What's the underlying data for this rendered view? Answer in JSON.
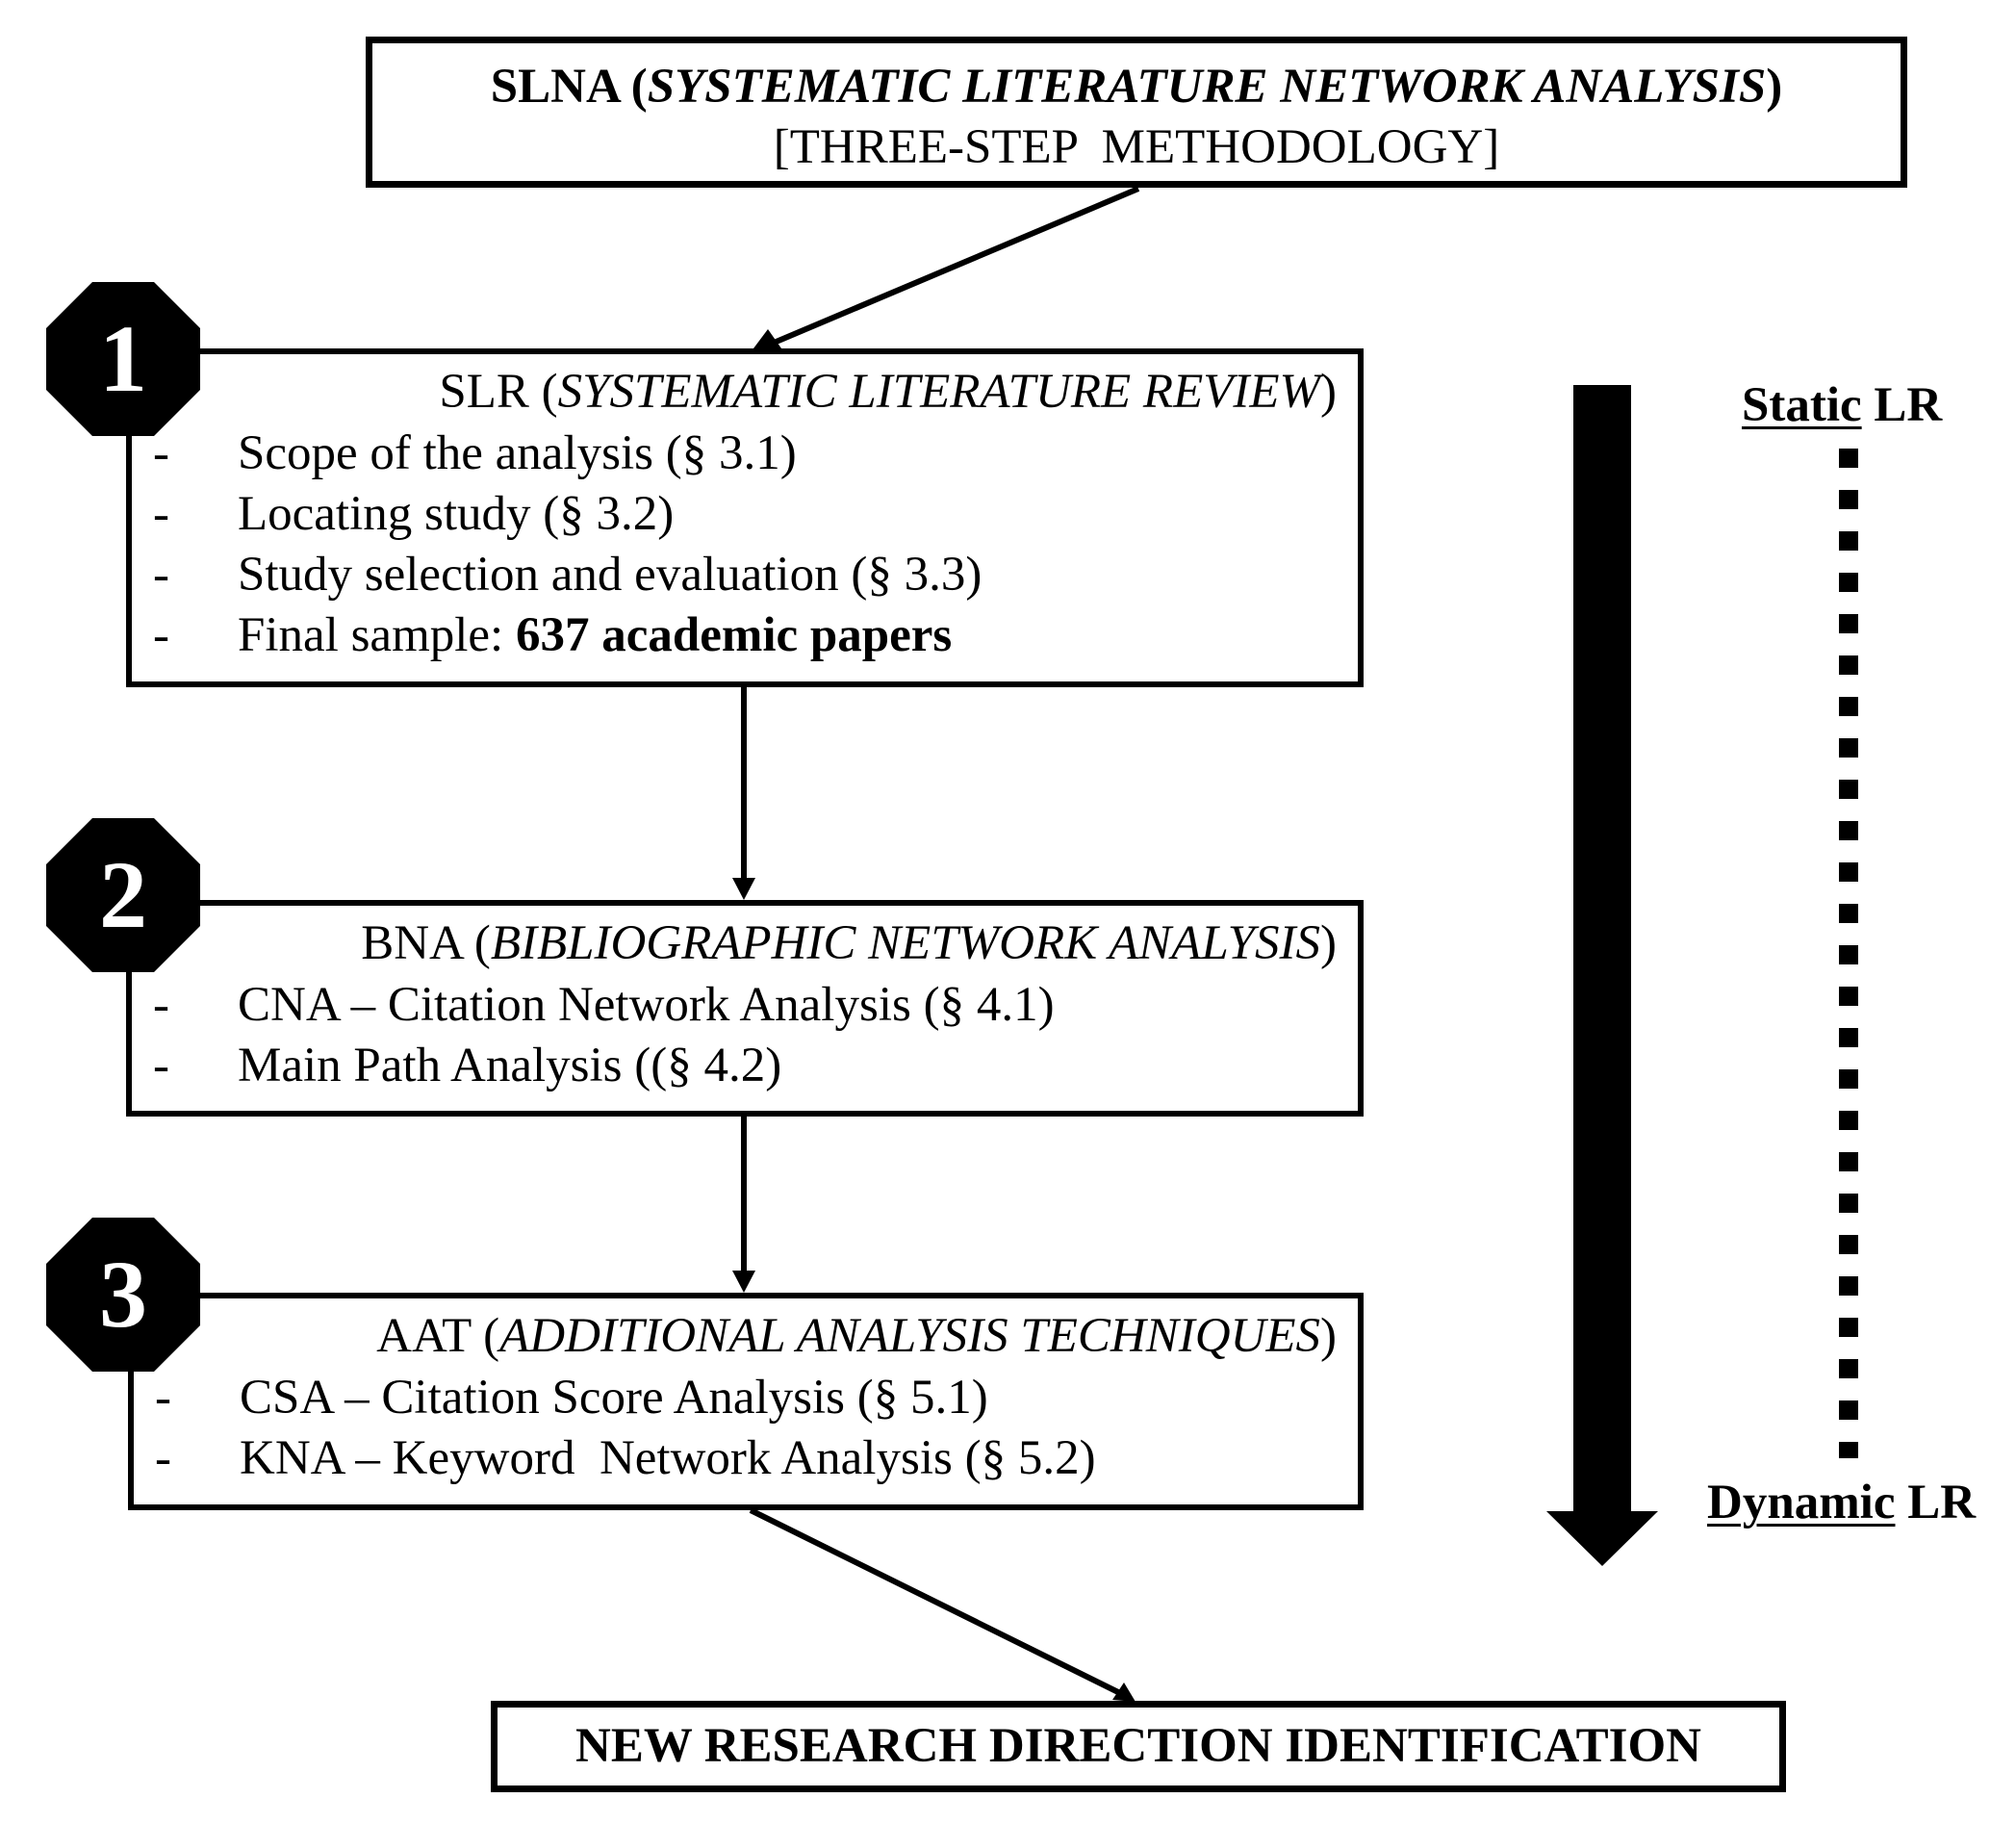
{
  "header": {
    "line1_prefix": "SLNA (",
    "line1_italic": "SYSTEMATIC LITERATURE NETWORK ANALYSIS",
    "line1_suffix": ")",
    "line2": "[THREE-STEP  METHODOLOGY]"
  },
  "steps": [
    {
      "number": "1",
      "acronym": "SLR (",
      "full_name": "SYSTEMATIC LITERATURE REVIEW",
      "close": ")",
      "items": [
        {
          "dash": "-",
          "text": "Scope of the analysis (§ 3.1)"
        },
        {
          "dash": "-",
          "text": "Locating study (§ 3.2)"
        },
        {
          "dash": "-",
          "text": "Study selection and evaluation (§ 3.3)"
        },
        {
          "dash": "-",
          "text": "Final sample: ",
          "bold": "637 academic papers"
        }
      ]
    },
    {
      "number": "2",
      "acronym": "BNA (",
      "full_name": "BIBLIOGRAPHIC NETWORK ANALYSIS",
      "close": ")",
      "items": [
        {
          "dash": "-",
          "text": "CNA – Citation Network Analysis (§ 4.1)"
        },
        {
          "dash": "-",
          "text": "Main Path Analysis ((§ 4.2)"
        }
      ]
    },
    {
      "number": "3",
      "acronym": "AAT (",
      "full_name": "ADDITIONAL ANALYSIS TECHNIQUES",
      "close": ")",
      "items": [
        {
          "dash": "-",
          "text": "CSA – Citation Score Analysis (§ 5.1)"
        },
        {
          "dash": "-",
          "text": "KNA – Keyword  Network Analysis (§ 5.2)"
        }
      ]
    }
  ],
  "final": {
    "label": "NEW RESEARCH DIRECTION IDENTIFICATION"
  },
  "side": {
    "top_underlined": "Static",
    "top_rest": " LR",
    "bottom_underlined": "Dynamic",
    "bottom_rest": " LR"
  }
}
